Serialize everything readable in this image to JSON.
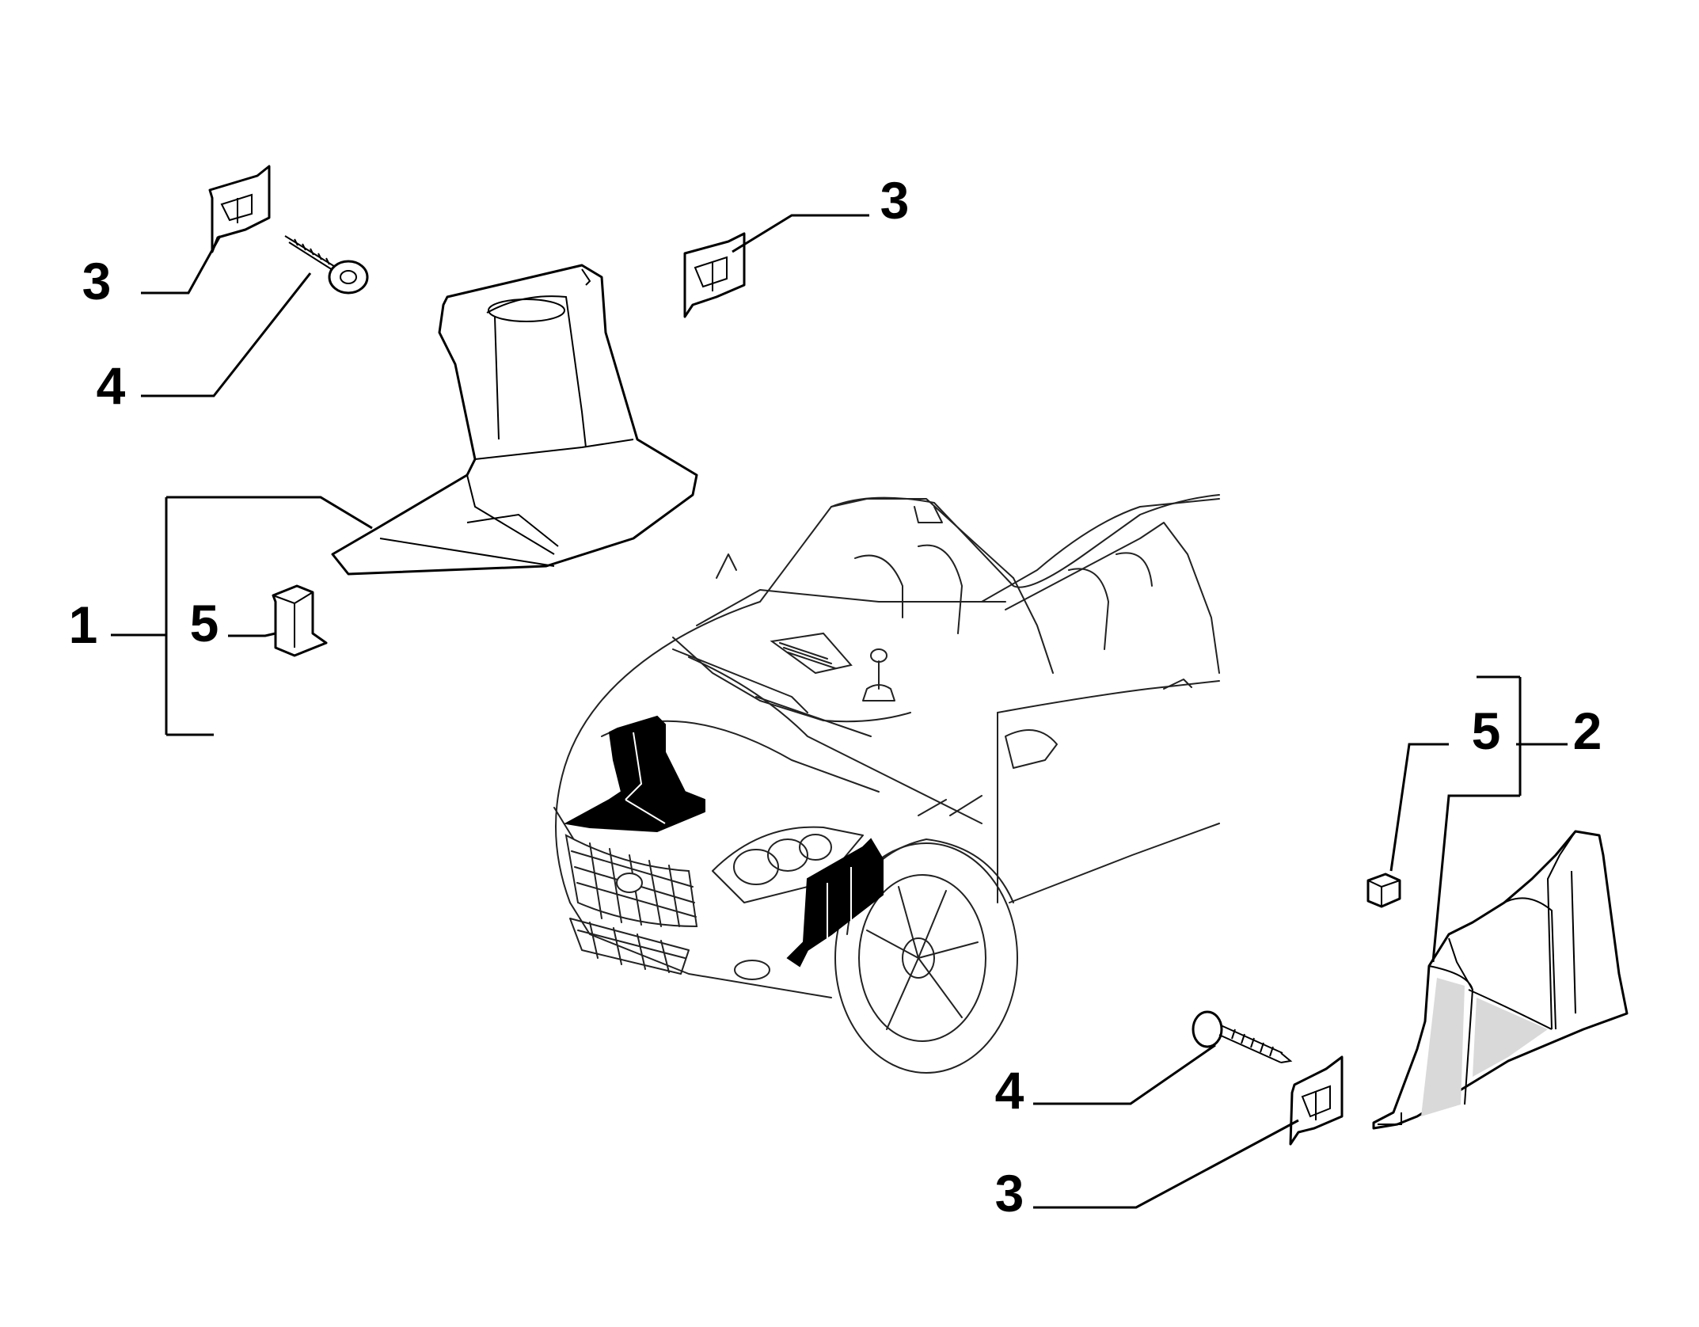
{
  "callouts": {
    "c1": "1",
    "c2": "2",
    "c3_top_left": "3",
    "c3_top_right": "3",
    "c3_bottom": "3",
    "c4_top": "4",
    "c4_bottom": "4",
    "c5_left": "5",
    "c5_right": "5"
  },
  "colors": {
    "line": "#000000",
    "background": "#ffffff",
    "highlighted_part": "#000000"
  }
}
